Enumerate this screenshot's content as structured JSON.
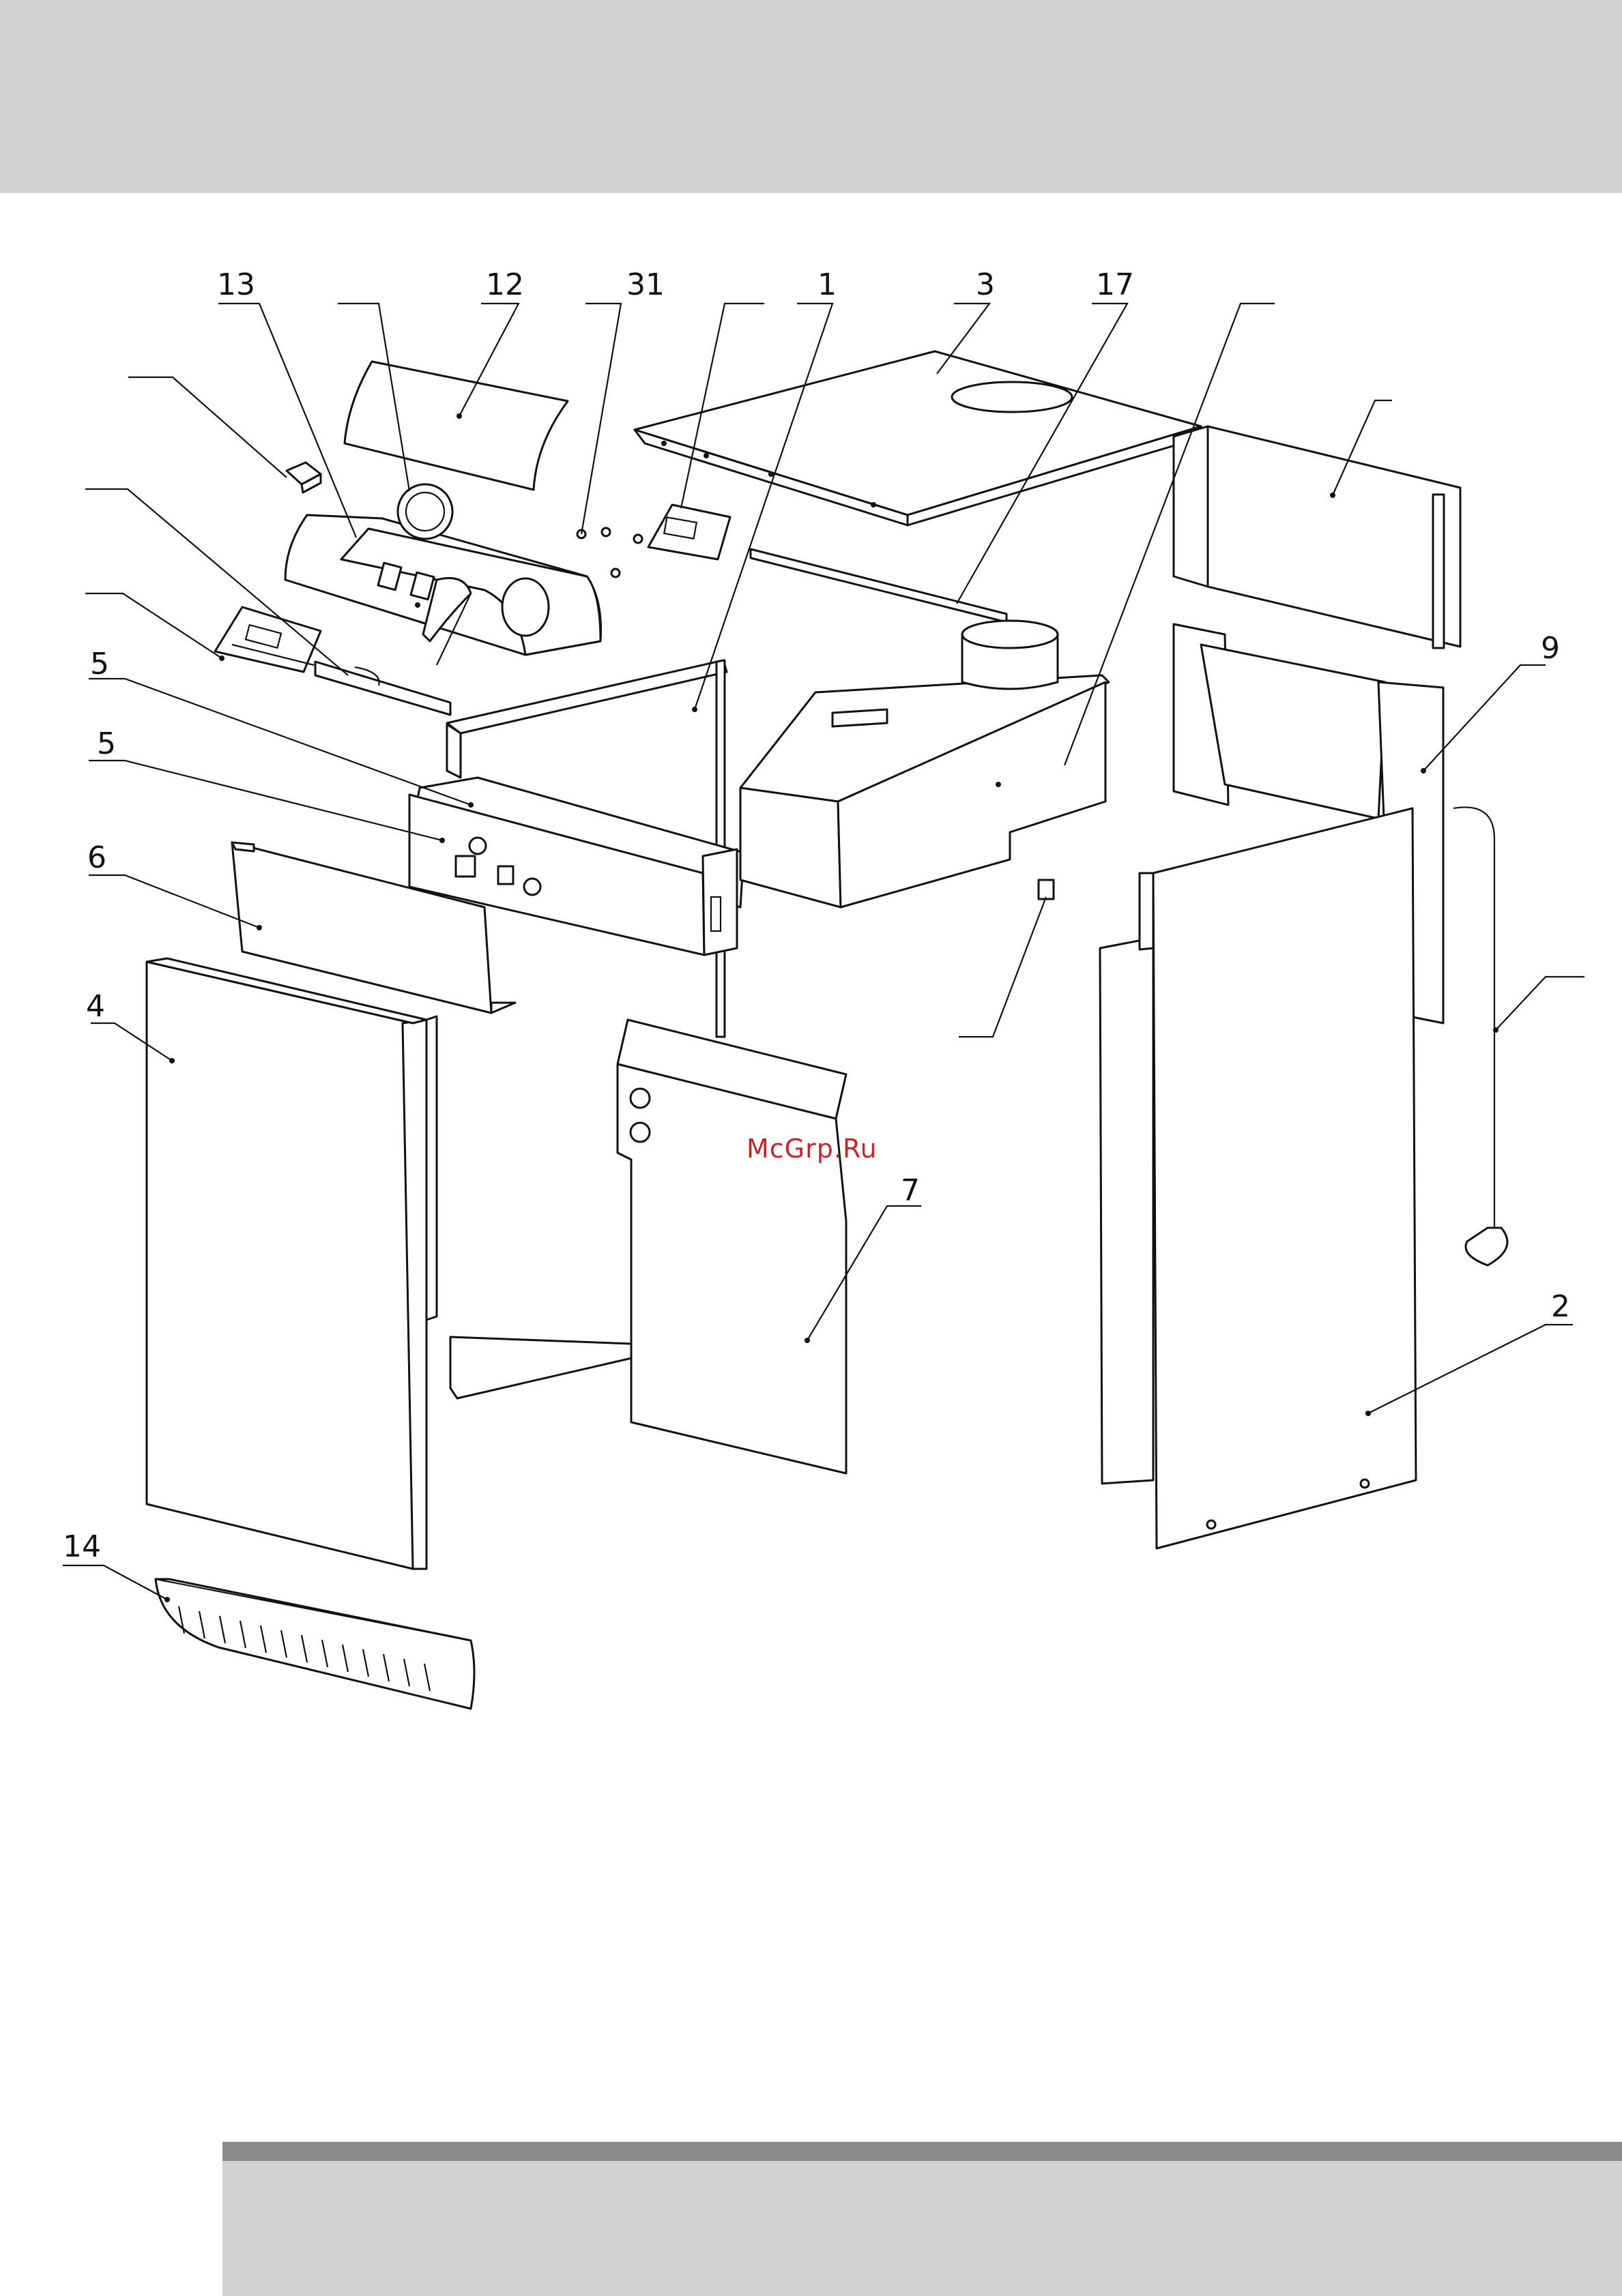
{
  "watermark": "McGrp.Ru",
  "callouts": [
    {
      "id": "c13",
      "label": "13"
    },
    {
      "id": "c12",
      "label": "12"
    },
    {
      "id": "c31",
      "label": "31"
    },
    {
      "id": "c1",
      "label": "1"
    },
    {
      "id": "c3",
      "label": "3"
    },
    {
      "id": "c17",
      "label": "17"
    },
    {
      "id": "c9",
      "label": "9"
    },
    {
      "id": "c5a",
      "label": "5"
    },
    {
      "id": "c5b",
      "label": "5"
    },
    {
      "id": "c6",
      "label": "6"
    },
    {
      "id": "c4",
      "label": "4"
    },
    {
      "id": "c7",
      "label": "7"
    },
    {
      "id": "c2",
      "label": "2"
    },
    {
      "id": "c14",
      "label": "14"
    }
  ],
  "colors": {
    "header_band": "#d2d2d2",
    "footer_band": "#d2d2d2",
    "footer_rule": "#8a8a8a",
    "watermark": "#c0272d",
    "line": "#111111"
  }
}
